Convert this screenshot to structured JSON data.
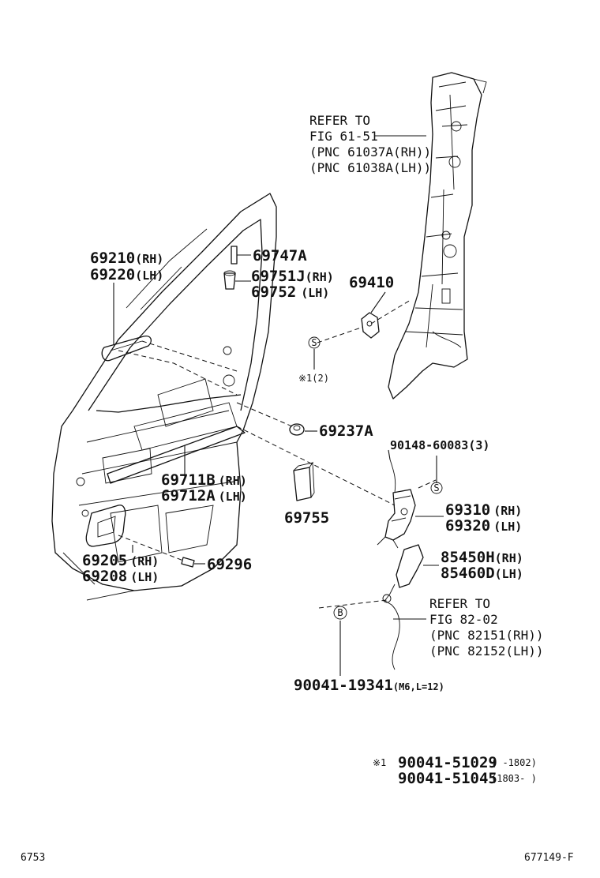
{
  "refer_pillar": {
    "line1": "REFER TO",
    "line2": "FIG 61-51",
    "line3": "(PNC 61037A(RH))",
    "line4": "(PNC 61038A(LH))"
  },
  "refer_cable": {
    "line1": "REFER TO",
    "line2": "FIG 82-02",
    "line3": "(PNC 82151(RH))",
    "line4": "(PNC 82152(LH))"
  },
  "parts": {
    "p69210": {
      "num": "69210",
      "side": "(RH)"
    },
    "p69220": {
      "num": "69220",
      "side": "(LH)"
    },
    "p69747A": {
      "num": "69747A"
    },
    "p69751J": {
      "num": "69751J",
      "side": "(RH)"
    },
    "p69752": {
      "num": "69752",
      "side": "(LH)"
    },
    "p69410": {
      "num": "69410"
    },
    "p69237A": {
      "num": "69237A"
    },
    "p69711B": {
      "num": "69711B",
      "side": "(RH)"
    },
    "p69712A": {
      "num": "69712A",
      "side": "(LH)"
    },
    "p69755": {
      "num": "69755"
    },
    "p90148": {
      "num": "90148-60083",
      "qty": "(3)"
    },
    "p69310": {
      "num": "69310",
      "side": "(RH)"
    },
    "p69320": {
      "num": "69320",
      "side": "(LH)"
    },
    "p85450H": {
      "num": "85450H",
      "side": "(RH)"
    },
    "p85460D": {
      "num": "85460D",
      "side": "(LH)"
    },
    "p69205": {
      "num": "69205",
      "side": "(RH)"
    },
    "p69208": {
      "num": "69208",
      "side": "(LH)"
    },
    "p69296": {
      "num": "69296"
    },
    "p90041_19341": {
      "num": "90041-19341",
      "spec": "(M6,L=12)"
    }
  },
  "callouts": {
    "s_marker": "S",
    "b_marker": "B",
    "note1_ref": "※1(2)"
  },
  "footnote": {
    "mark": "※1",
    "row1_part": "90041-51029",
    "row1_range": "(     -1802)",
    "row2_part": "90041-51045",
    "row2_range": "(1803-     )"
  },
  "footer": {
    "left_code": "6753",
    "right_code": "677149-F"
  }
}
